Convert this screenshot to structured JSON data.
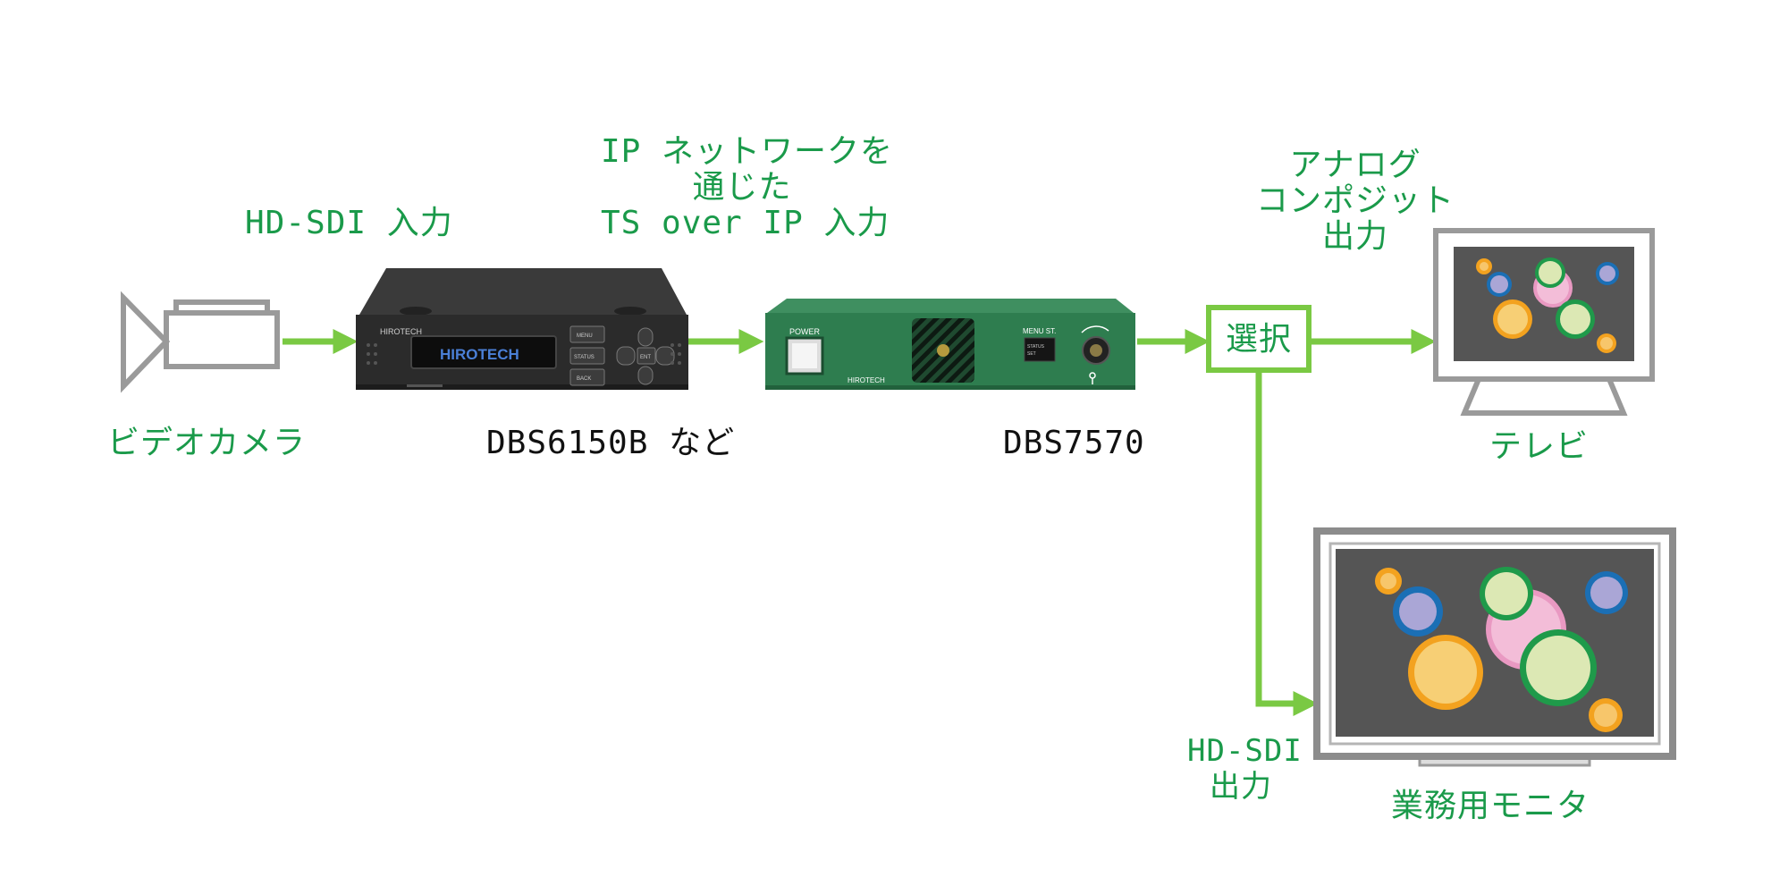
{
  "labels": {
    "hdsdi_in": "HD-SDI 入力",
    "ip_in_1": "IP ネットワークを",
    "ip_in_2": "通じた",
    "ip_in_3": "TS over IP 入力",
    "analog_out_1": "アナログ",
    "analog_out_2": "コンポジット",
    "analog_out_3": "出力",
    "camera": "ビデオカメラ",
    "encoder": "DBS6150B など",
    "decoder": "DBS7570",
    "tv": "テレビ",
    "select": "選択",
    "monitor": "業務用モニタ",
    "hdsdi_out_1": "HD-SDI",
    "hdsdi_out_2": "出力"
  },
  "encoder_device": {
    "brand": "HIROTECH",
    "screen_text": "HIROTECH",
    "buttons": [
      "MENU",
      "STATUS",
      "BACK"
    ],
    "ent": "ENT"
  },
  "decoder_device": {
    "power": "POWER",
    "menu": "MENU ST.",
    "status_1": "STATUS",
    "status_2": "SET",
    "brand": "HIROTECH"
  },
  "colors": {
    "accent_green": "#1a9a4a",
    "arrow_green": "#7ac943",
    "device_green": "#2e7d4f",
    "device_black": "#2b2b2b",
    "gray": "#9a9a9a"
  }
}
